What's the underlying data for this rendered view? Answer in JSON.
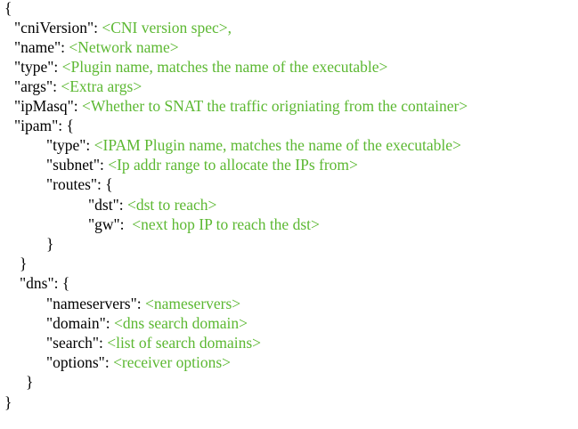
{
  "colors": {
    "key": "#000000",
    "value": "#5cb832"
  },
  "lines": {
    "open_root": "{",
    "cniVersion_key": "\"cniVersion\": ",
    "cniVersion_val": "<CNI version spec>,",
    "name_key": "\"name\": ",
    "name_val": "<Network name>",
    "type_key": "\"type\": ",
    "type_val": "<Plugin name, matches the name of the executable>",
    "args_key": "\"args\": ",
    "args_val": "<Extra args>",
    "ipMasq_key": "\"ipMasq\": ",
    "ipMasq_val": "<Whether to SNAT the traffic origniating from the container>",
    "ipam_key": "\"ipam\": {",
    "ipam_type_key": "\"type\": ",
    "ipam_type_val": "<IPAM Plugin name, matches the name of the executable>",
    "subnet_key": "\"subnet\": ",
    "subnet_val": "<Ip addr range to allocate the IPs from>",
    "routes_key": "\"routes\": {",
    "dst_key": "\"dst\": ",
    "dst_val": "<dst to reach>",
    "gw_key": "\"gw\":  ",
    "gw_val": "<next hop IP to reach the dst>",
    "close_routes": "}",
    "close_ipam": "}",
    "dns_key": "\"dns\": {",
    "nameservers_key": "\"nameservers\": ",
    "nameservers_val": "<nameservers>",
    "domain_key": "\"domain\": ",
    "domain_val": "<dns search domain>",
    "search_key": "\"search\": ",
    "search_val": "<list of search domains>",
    "options_key": "\"options\": ",
    "options_val": "<receiver options>",
    "close_dns": "}",
    "close_root": "}"
  }
}
